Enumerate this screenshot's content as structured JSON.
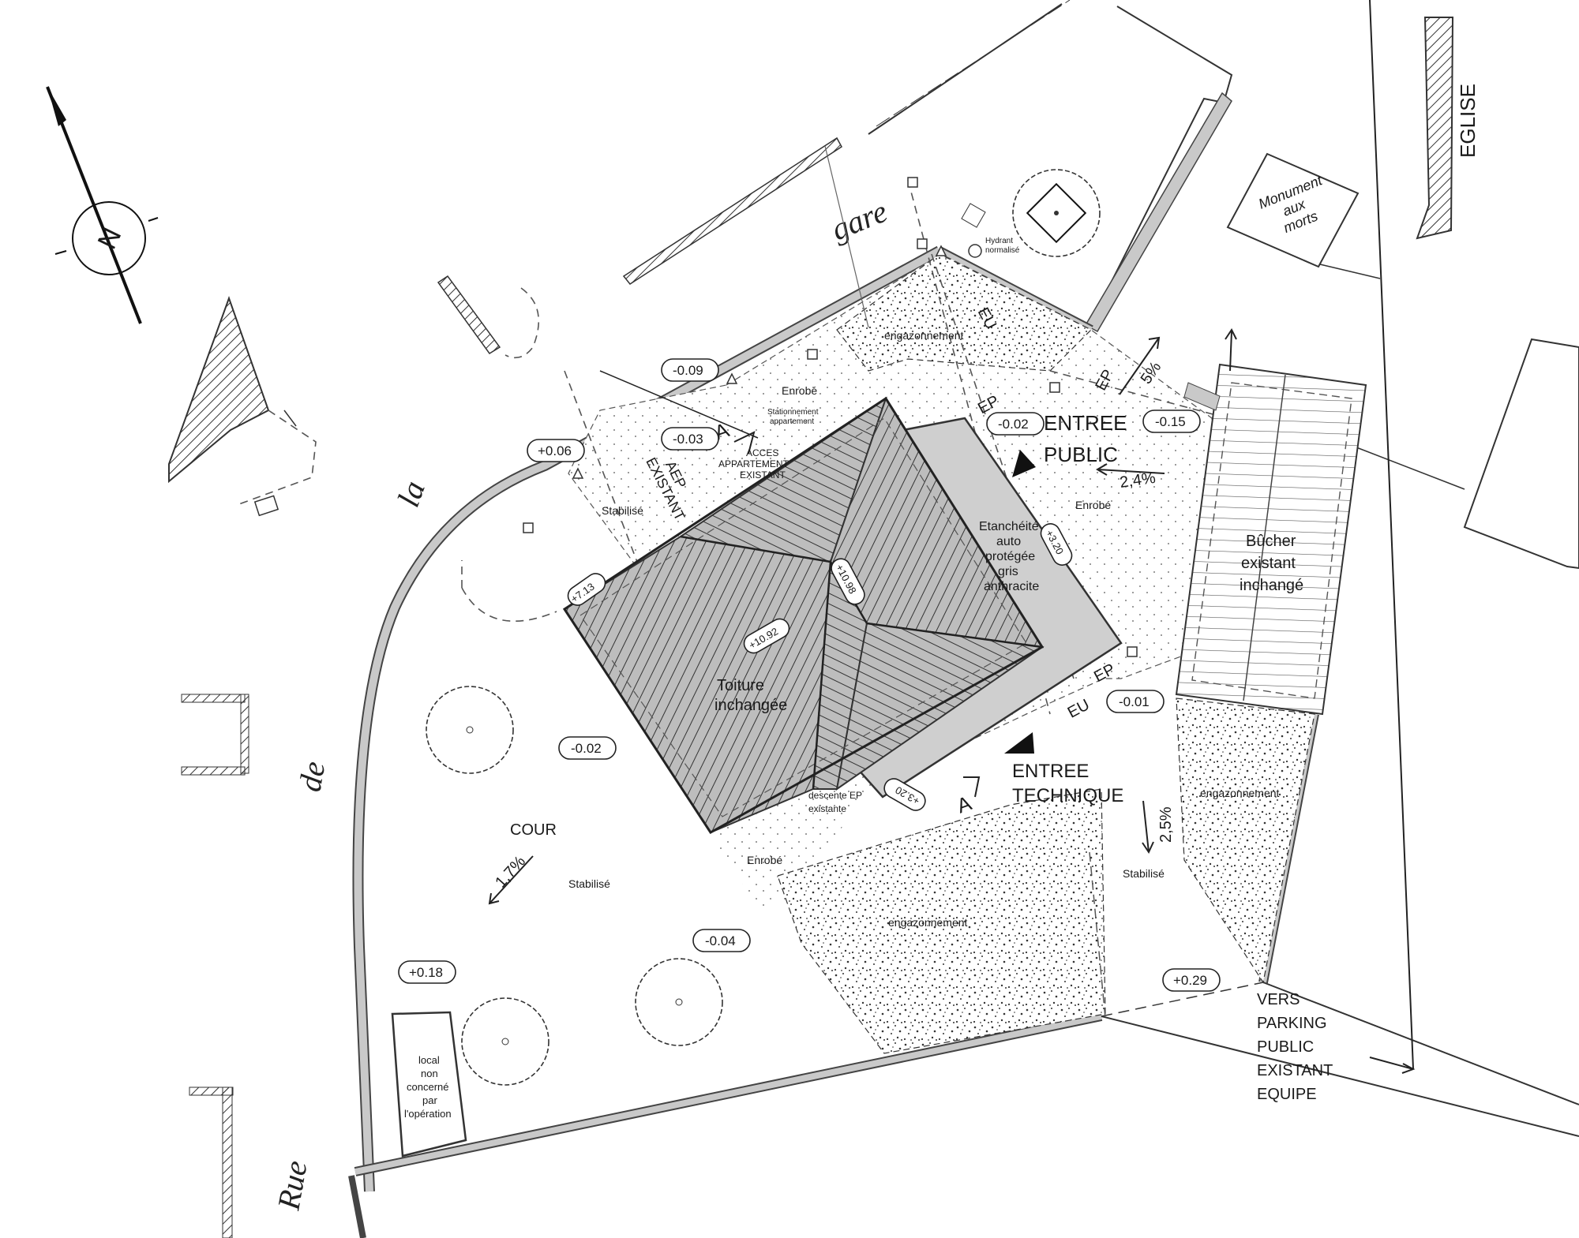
{
  "labels": {
    "eglise": "EGLISE",
    "monument": [
      "Monument",
      "aux",
      "morts"
    ],
    "gare": "gare",
    "la": "la",
    "de": "de",
    "rue": "Rue",
    "hydrant": [
      "Hydrant",
      "normalisé"
    ],
    "engazonnement": "engazonnement",
    "enrobe": "Enrobé",
    "stabilise": "Stabilisé",
    "stationnement": [
      "Stationnement",
      "appartement"
    ],
    "acces": [
      "ACCES",
      "APPARTEMENT",
      "EXISTANT"
    ],
    "aep": [
      "AEP",
      "EXISTANT"
    ],
    "eu": "EU",
    "ep": "EP",
    "entree_public": [
      "ENTREE",
      "PUBLIC"
    ],
    "entree_technique": [
      "ENTREE",
      "TECHNIQUE"
    ],
    "etancheite": [
      "Etanchéité",
      "auto",
      "protégée",
      "gris",
      "anthracite"
    ],
    "toiture": [
      "Toiture",
      "inchangée"
    ],
    "descente": [
      "descente EP",
      "existante"
    ],
    "cour": "COUR",
    "bucher": [
      "Bûcher",
      "existant",
      "inchangé"
    ],
    "local": [
      "local",
      "non",
      "concerné",
      "par",
      "l'opération"
    ],
    "vers_parking": [
      "VERS",
      "PARKING",
      "PUBLIC",
      "EXISTANT",
      "EQUIPE"
    ],
    "section_a": "A",
    "north": "N"
  },
  "slopes": {
    "s5": "5%",
    "s24": "2,4%",
    "s25": "2,5%",
    "s17": "1,7%"
  },
  "levels": {
    "l_m009": "-0.09",
    "l_m003": "-0.03",
    "l_p006": "+0.06",
    "l_m002a": "-0.02",
    "l_m015": "-0.15",
    "l_m001": "-0.01",
    "l_m002b": "-0.02",
    "l_m004": "-0.04",
    "l_p018": "+0.18",
    "l_p029": "+0.29",
    "roof_713": "+7.13",
    "roof_1092": "+10.92",
    "roof_1098": "+10.98",
    "roof_320a": "+3.20",
    "roof_320b": "+3.20"
  }
}
